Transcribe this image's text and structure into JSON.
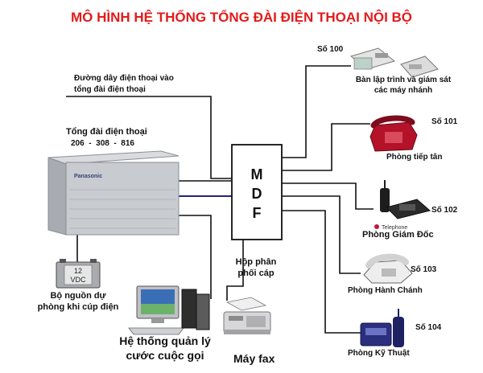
{
  "title": "MÔ HÌNH HỆ THỐNG TỔNG ĐÀI ĐIỆN THOẠI NỘI BỘ",
  "incoming_line": [
    "Đường dây điện thoại vào",
    "tổng đài điện thoại"
  ],
  "pbx": {
    "label": "Tổng đài điện thoại",
    "numbers": "206  -  308  -  816",
    "brand": "Panasonic"
  },
  "mdf": {
    "letters": [
      "M",
      "D",
      "F"
    ],
    "caption": [
      "Hộp phân",
      "phối cáp"
    ]
  },
  "battery": {
    "label_line1": "12",
    "label_line2": "VDC",
    "caption": [
      "Bộ nguồn dự",
      "phòng khi cúp điện"
    ]
  },
  "billing": {
    "caption": [
      "Hệ thống quản lý",
      "cước cuộc gọi"
    ]
  },
  "fax": {
    "caption": "Máy fax"
  },
  "extensions": [
    {
      "number": "Số 100",
      "name": [
        "Bàn lập trình và giám sát",
        "các máy nhánh"
      ]
    },
    {
      "number": "Số 101",
      "name": "Phòng tiếp tân"
    },
    {
      "number": "Số 102",
      "name": "Phòng Giám Đốc",
      "brand": "Telephone"
    },
    {
      "number": "Số 103",
      "name": "Phòng Hành Chánh"
    },
    {
      "number": "Số 104",
      "name": "Phòng Kỹ Thuật"
    }
  ]
}
